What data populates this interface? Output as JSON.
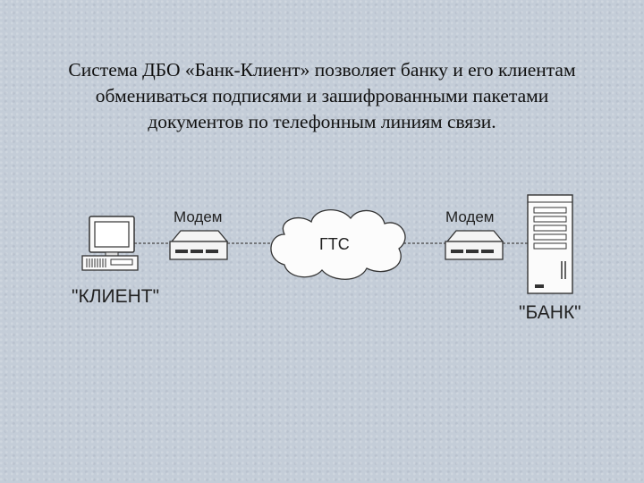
{
  "caption": {
    "lines": [
      "Система ДБО «Банк-Клиент» позволяет банку и его клиентам",
      "обмениваться подписями и зашифрованными пакетами",
      "документов по телефонным линиям связи."
    ]
  },
  "diagram": {
    "client_label": "\"КЛИЕНТ\"",
    "bank_label": "\"БАНК\"",
    "modem_left_label": "Модем",
    "modem_right_label": "Модем",
    "network_label": "ГТС",
    "icons": [
      "computer-icon",
      "modem-icon",
      "cloud-icon",
      "server-icon"
    ]
  }
}
